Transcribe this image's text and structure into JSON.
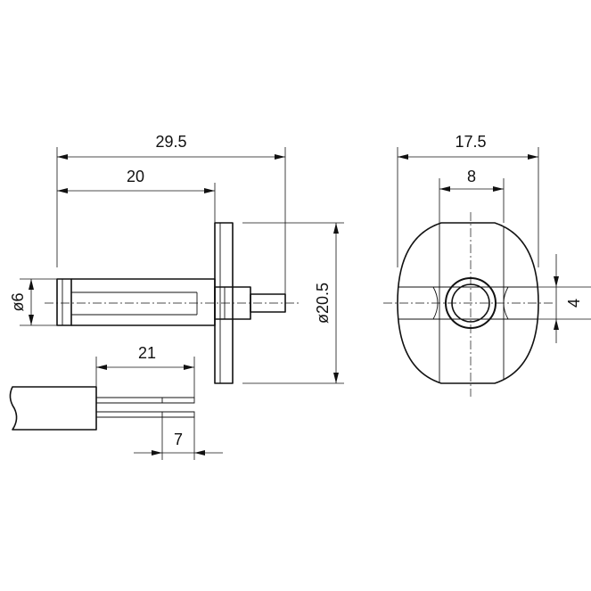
{
  "dimensions": {
    "overall_length": "29.5",
    "body_length": "20",
    "shaft_diameter": "ø6",
    "flange_diameter": "ø20.5",
    "wire_length": "21",
    "wire_strip": "7",
    "width": "17.5",
    "inner_width": "8",
    "slot_height": "4"
  }
}
